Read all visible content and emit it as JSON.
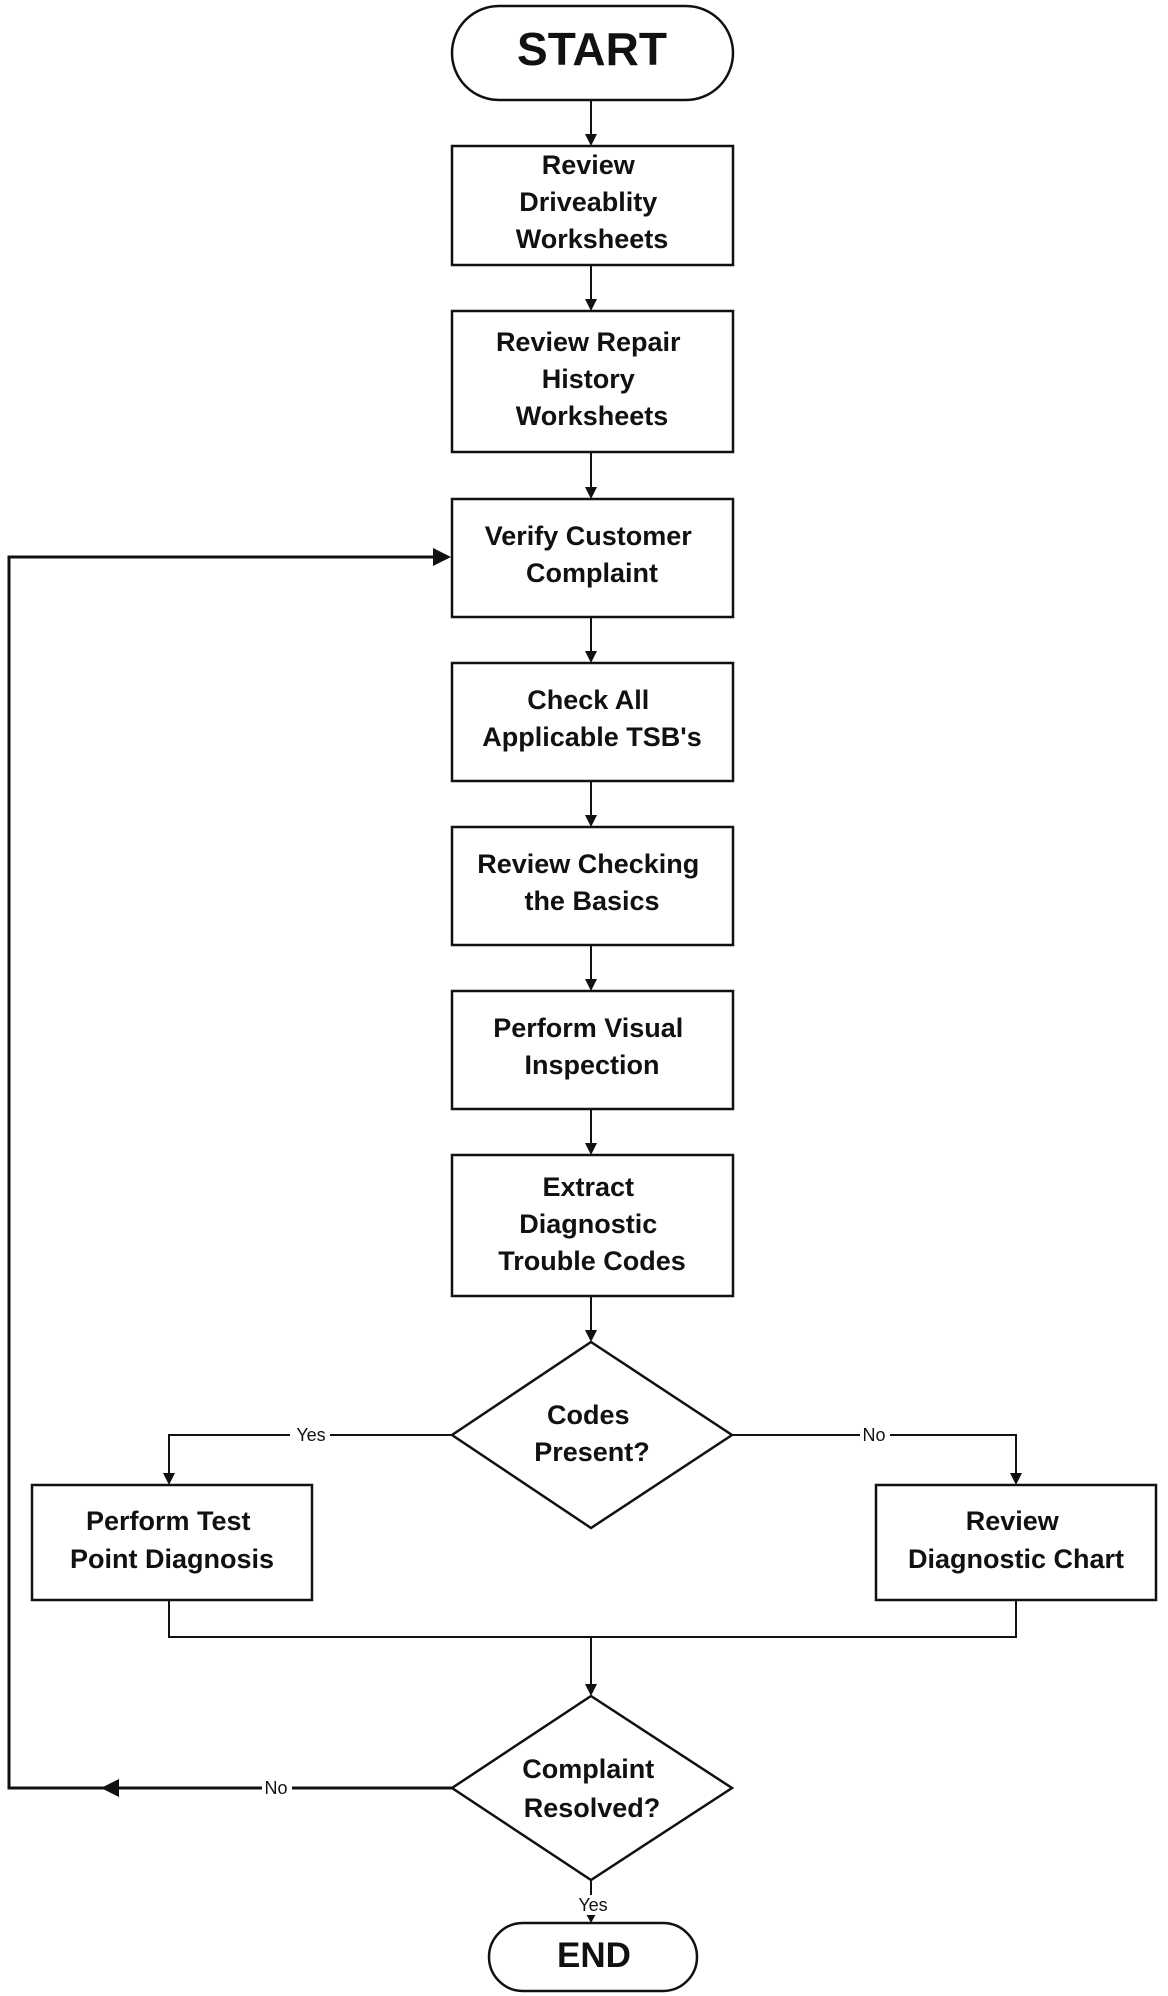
{
  "diagram": {
    "nodes": [
      {
        "id": "start",
        "type": "terminal",
        "lines": [
          "START"
        ]
      },
      {
        "id": "driveability",
        "type": "process",
        "lines": [
          "Review",
          "Driveablity",
          "Worksheets"
        ]
      },
      {
        "id": "repair-history",
        "type": "process",
        "lines": [
          "Review Repair",
          "History",
          "Worksheets"
        ]
      },
      {
        "id": "verify-complaint",
        "type": "process",
        "lines": [
          "Verify Customer",
          "Complaint"
        ]
      },
      {
        "id": "check-tsb",
        "type": "process",
        "lines": [
          "Check All",
          "Applicable TSB's"
        ]
      },
      {
        "id": "checking-basics",
        "type": "process",
        "lines": [
          "Review Checking",
          "the Basics"
        ]
      },
      {
        "id": "visual-inspection",
        "type": "process",
        "lines": [
          "Perform Visual",
          "Inspection"
        ]
      },
      {
        "id": "extract-codes",
        "type": "process",
        "lines": [
          "Extract",
          "Diagnostic",
          "Trouble Codes"
        ]
      },
      {
        "id": "codes-present",
        "type": "decision",
        "lines": [
          "Codes",
          "Present?"
        ]
      },
      {
        "id": "test-point",
        "type": "process",
        "lines": [
          "Perform Test",
          "Point Diagnosis"
        ]
      },
      {
        "id": "diagnostic-chart",
        "type": "process",
        "lines": [
          "Review",
          "Diagnostic Chart"
        ]
      },
      {
        "id": "complaint-resolved",
        "type": "decision",
        "lines": [
          "Complaint",
          "Resolved?"
        ]
      },
      {
        "id": "end",
        "type": "terminal",
        "lines": [
          "END"
        ]
      }
    ],
    "edge_labels": {
      "codes_yes": "Yes",
      "codes_no": "No",
      "resolved_no": "No",
      "resolved_yes": "Yes"
    }
  }
}
